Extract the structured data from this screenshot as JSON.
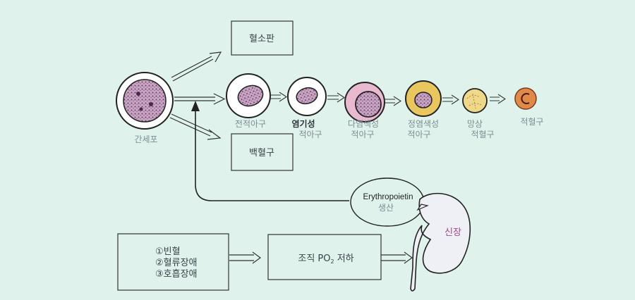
{
  "stem_cell": {
    "label": "간세포"
  },
  "branches": {
    "platelet": "혈소판",
    "leukocyte": "백혈구"
  },
  "erythroid_stages": [
    {
      "line1": "전적아구",
      "line2": ""
    },
    {
      "line1": "염기성",
      "line2": "적아구"
    },
    {
      "line1": "다염색성",
      "line2": "적아구"
    },
    {
      "line1": "정염색성",
      "line2": "적아구"
    },
    {
      "line1": "망상",
      "line2": "적혈구"
    },
    {
      "line1": "적혈구",
      "line2": ""
    }
  ],
  "epo": {
    "line1": "Erythropoietin",
    "line2": "생산"
  },
  "kidney": {
    "label": "신장"
  },
  "causes": [
    "①빈혈",
    "②혈류장애",
    "③호흡장애"
  ],
  "hypoxia": {
    "text_before": "조직 PO",
    "subscript": "2",
    "text_after": " 저하"
  },
  "colors": {
    "background": "#dff3ec",
    "nucleus": "#7a4a6e",
    "polychromatic": "#e8b9cf",
    "orthochromatic": "#e9c75e",
    "reticulocyte": "#f0d88a",
    "erythrocyte": "#e08a4a",
    "kidney": "#eef0f6"
  }
}
